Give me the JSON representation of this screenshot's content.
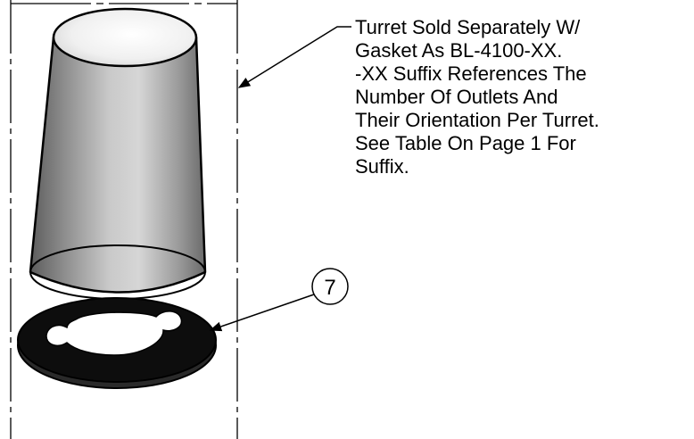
{
  "note": {
    "lines": [
      "Turret Sold Separately W/",
      "Gasket As BL-4100-XX.",
      "-XX Suffix References The",
      "Number Of Outlets And",
      "Their Orientation Per Turret.",
      "See Table On Page 1 For",
      "Suffix."
    ]
  },
  "balloon": {
    "label": "7"
  },
  "colors": {
    "ink": "#000000",
    "body_light": "#e6e6e6",
    "body_dark": "#6e6e6e",
    "gasket": "#0d0d0d"
  }
}
